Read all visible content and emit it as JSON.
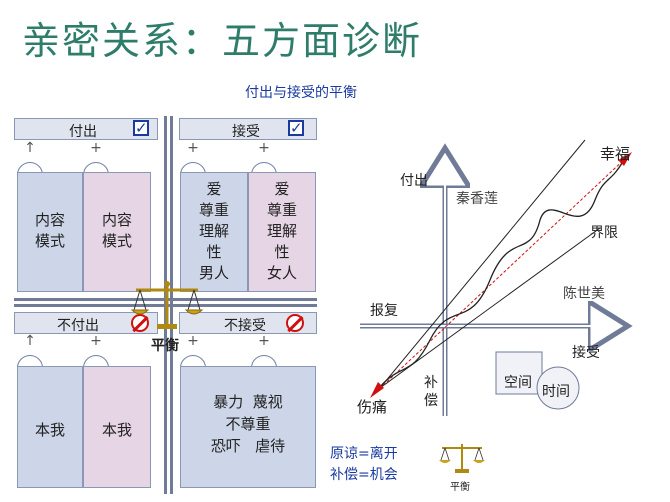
{
  "title": "亲密关系：五方面诊断",
  "subtitle": "付出与接受的平衡",
  "left_panel": {
    "top_left_bar": "付出",
    "top_right_bar": "接受",
    "bottom_left_bar": "不付出",
    "bottom_right_bar": "不接受",
    "check_glyph": "✓",
    "box_give_1": [
      "内容",
      "模式"
    ],
    "box_give_2": [
      "内容",
      "模式"
    ],
    "box_recv_1": [
      "爱",
      "尊重",
      "理解",
      "性",
      "男人"
    ],
    "box_recv_2": [
      "爱",
      "尊重",
      "理解",
      "性",
      "女人"
    ],
    "box_self_1": "本我",
    "box_self_2": "本我",
    "box_bad": [
      "暴力  蔑视",
      "不尊重",
      "恐吓   虐待"
    ],
    "balance_label": "平衡",
    "up_arrow_glyph": "↑",
    "plus_glyph": "+"
  },
  "right_panel": {
    "y_axis_label": "付出",
    "x_axis_label": "接受",
    "neg_x_label": "报复",
    "bottom_label": "伤痛",
    "top_label": "幸福",
    "boundary_label": "界限",
    "qinxianglian": "秦香莲",
    "chenshimei": "陈世美",
    "buchang": [
      "补",
      "偿"
    ],
    "kongjian": "空间",
    "shijian": "时间"
  },
  "notes": [
    "原谅=离开",
    "补偿=机会"
  ],
  "balance_label_small": "平衡",
  "colors": {
    "title": "#2e7d6b",
    "subtitle": "#1a3aa0",
    "blue_box": "#ccd6e8",
    "pink_box": "#e6d5e4",
    "accent_red": "#d01010",
    "axis": "#6f7b97"
  }
}
